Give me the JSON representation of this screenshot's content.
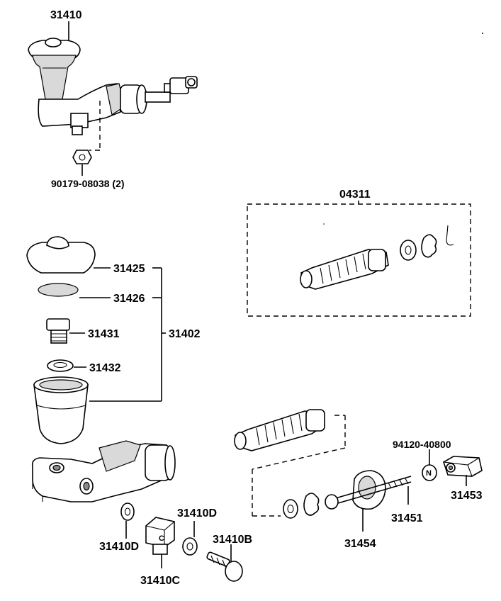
{
  "labels": {
    "assembly": "31410",
    "nut": "90179-08038 (2)",
    "repair_kit": "04311",
    "reservoir_cap": "31425",
    "cap_diaphragm": "31426",
    "reservoir_group": "31402",
    "union_bolt": "31431",
    "grommet": "31432",
    "gasket_left": "31410D",
    "gasket_right": "31410D",
    "union_block": "31410C",
    "union_bolt_b": "31410B",
    "pushrod_nut_code": "94120-40800",
    "clevis": "31453",
    "pushrod": "31451",
    "boot": "31454"
  },
  "glyphs": {
    "union_mark": "C",
    "nut_mark": "N"
  }
}
